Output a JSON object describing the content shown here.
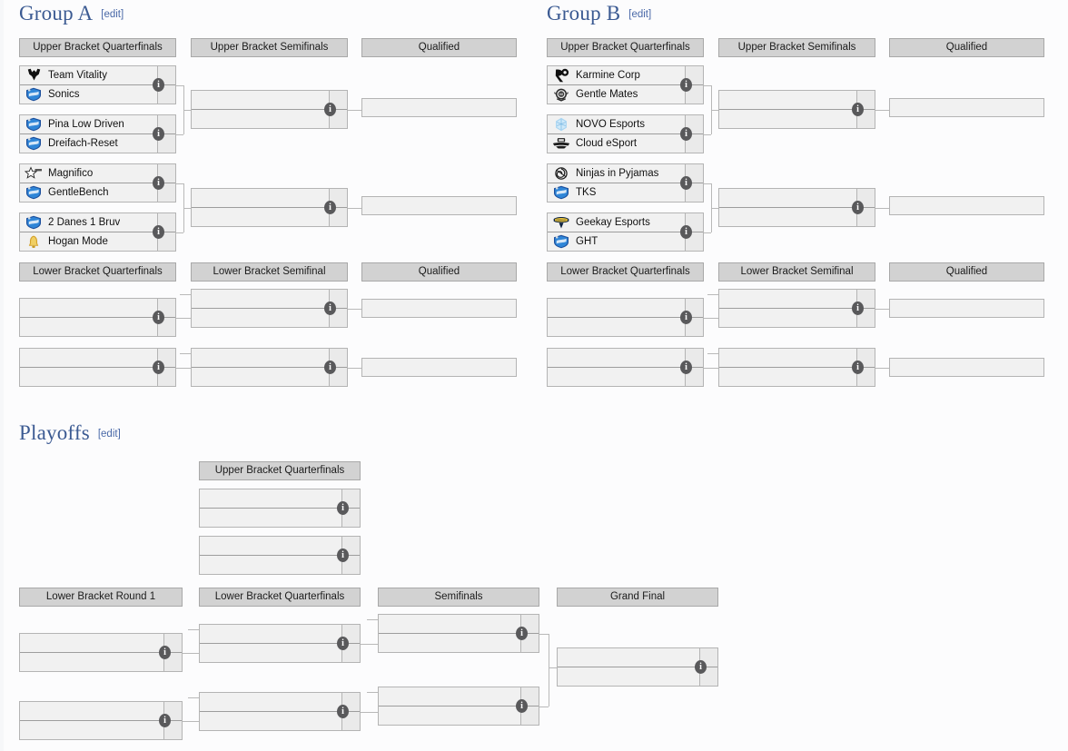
{
  "sections": [
    {
      "id": "group-a",
      "title": "Group A",
      "edit": "[edit]"
    },
    {
      "id": "group-b",
      "title": "Group B",
      "edit": "[edit]"
    },
    {
      "id": "playoffs",
      "title": "Playoffs",
      "edit": "[edit]"
    }
  ],
  "edit_label": "edit",
  "group_a": {
    "title": "Group A",
    "rounds": {
      "ubqf": "Upper Bracket Quarterfinals",
      "ubsf": "Upper Bracket Semifinals",
      "ubq": "Qualified",
      "lbqf": "Lower Bracket Quarterfinals",
      "lbsf": "Lower Bracket Semifinal",
      "lbq": "Qualified"
    },
    "ubqf_matches": [
      {
        "top": {
          "team": "Team Vitality",
          "logo": "vitality-logo",
          "score": ""
        },
        "bottom": {
          "team": "Sonics",
          "logo": "shield-blue-logo",
          "score": ""
        }
      },
      {
        "top": {
          "team": "Pina Low Driven",
          "logo": "shield-blue-logo",
          "score": ""
        },
        "bottom": {
          "team": "Dreifach-Reset",
          "logo": "shield-blue-logo",
          "score": ""
        }
      },
      {
        "top": {
          "team": "Magnifico",
          "logo": "star-outline-logo",
          "score": ""
        },
        "bottom": {
          "team": "GentleBench",
          "logo": "shield-blue-logo",
          "score": ""
        }
      },
      {
        "top": {
          "team": "2 Danes 1 Bruv",
          "logo": "shield-blue-logo",
          "score": ""
        },
        "bottom": {
          "team": "Hogan Mode",
          "logo": "bell-gold-logo",
          "score": ""
        }
      }
    ],
    "ubsf_matches": [
      {
        "top": {
          "team": "",
          "logo": "",
          "score": ""
        },
        "bottom": {
          "team": "",
          "logo": "",
          "score": ""
        }
      },
      {
        "top": {
          "team": "",
          "logo": "",
          "score": ""
        },
        "bottom": {
          "team": "",
          "logo": "",
          "score": ""
        }
      }
    ],
    "qualified": [
      {
        "team": ""
      },
      {
        "team": ""
      }
    ],
    "lbqf_matches": [
      {
        "top": {
          "team": "",
          "logo": "",
          "score": ""
        },
        "bottom": {
          "team": "",
          "logo": "",
          "score": ""
        }
      },
      {
        "top": {
          "team": "",
          "logo": "",
          "score": ""
        },
        "bottom": {
          "team": "",
          "logo": "",
          "score": ""
        }
      }
    ],
    "lbsf_matches": [
      {
        "top": {
          "team": "",
          "logo": "",
          "score": ""
        },
        "bottom": {
          "team": "",
          "logo": "",
          "score": ""
        }
      },
      {
        "top": {
          "team": "",
          "logo": "",
          "score": ""
        },
        "bottom": {
          "team": "",
          "logo": "",
          "score": ""
        }
      }
    ],
    "lb_qualified": [
      {
        "team": ""
      },
      {
        "team": ""
      }
    ]
  },
  "group_b": {
    "title": "Group B",
    "rounds": {
      "ubqf": "Upper Bracket Quarterfinals",
      "ubsf": "Upper Bracket Semifinals",
      "ubq": "Qualified",
      "lbqf": "Lower Bracket Quarterfinals",
      "lbsf": "Lower Bracket Semifinal",
      "lbq": "Qualified"
    },
    "ubqf_matches": [
      {
        "top": {
          "team": "Karmine Corp",
          "logo": "karmine-logo",
          "score": ""
        },
        "bottom": {
          "team": "Gentle Mates",
          "logo": "emblem-dark-logo",
          "score": ""
        }
      },
      {
        "top": {
          "team": "NOVO Esports",
          "logo": "hex-blue-logo",
          "score": ""
        },
        "bottom": {
          "team": "Cloud eSport",
          "logo": "cloud-dark-logo",
          "score": ""
        }
      },
      {
        "top": {
          "team": "Ninjas in Pyjamas",
          "logo": "ninja-logo",
          "score": ""
        },
        "bottom": {
          "team": "TKS",
          "logo": "shield-blue-logo",
          "score": ""
        }
      },
      {
        "top": {
          "team": "Geekay Esports",
          "logo": "geekay-gold-logo",
          "score": ""
        },
        "bottom": {
          "team": "GHT",
          "logo": "shield-blue-logo",
          "score": ""
        }
      }
    ],
    "ubsf_matches": [
      {
        "top": {
          "team": "",
          "logo": "",
          "score": ""
        },
        "bottom": {
          "team": "",
          "logo": "",
          "score": ""
        }
      },
      {
        "top": {
          "team": "",
          "logo": "",
          "score": ""
        },
        "bottom": {
          "team": "",
          "logo": "",
          "score": ""
        }
      }
    ],
    "qualified": [
      {
        "team": ""
      },
      {
        "team": ""
      }
    ],
    "lbqf_matches": [
      {
        "top": {
          "team": "",
          "logo": "",
          "score": ""
        },
        "bottom": {
          "team": "",
          "logo": "",
          "score": ""
        }
      },
      {
        "top": {
          "team": "",
          "logo": "",
          "score": ""
        },
        "bottom": {
          "team": "",
          "logo": "",
          "score": ""
        }
      }
    ],
    "lbsf_matches": [
      {
        "top": {
          "team": "",
          "logo": "",
          "score": ""
        },
        "bottom": {
          "team": "",
          "logo": "",
          "score": ""
        }
      },
      {
        "top": {
          "team": "",
          "logo": "",
          "score": ""
        },
        "bottom": {
          "team": "",
          "logo": "",
          "score": ""
        }
      }
    ],
    "lb_qualified": [
      {
        "team": ""
      },
      {
        "team": ""
      }
    ]
  },
  "playoffs": {
    "title": "Playoffs",
    "rounds": {
      "ubqf": "Upper Bracket Quarterfinals",
      "lbr1": "Lower Bracket Round 1",
      "lbqf": "Lower Bracket Quarterfinals",
      "sf": "Semifinals",
      "gf": "Grand Final"
    },
    "ubqf_matches": [
      {
        "top": {
          "team": "",
          "logo": "",
          "score": ""
        },
        "bottom": {
          "team": "",
          "logo": "",
          "score": ""
        }
      },
      {
        "top": {
          "team": "",
          "logo": "",
          "score": ""
        },
        "bottom": {
          "team": "",
          "logo": "",
          "score": ""
        }
      }
    ],
    "lbr1_matches": [
      {
        "top": {
          "team": "",
          "logo": "",
          "score": ""
        },
        "bottom": {
          "team": "",
          "logo": "",
          "score": ""
        }
      },
      {
        "top": {
          "team": "",
          "logo": "",
          "score": ""
        },
        "bottom": {
          "team": "",
          "logo": "",
          "score": ""
        }
      }
    ],
    "lbqf_matches": [
      {
        "top": {
          "team": "",
          "logo": "",
          "score": ""
        },
        "bottom": {
          "team": "",
          "logo": "",
          "score": ""
        }
      },
      {
        "top": {
          "team": "",
          "logo": "",
          "score": ""
        },
        "bottom": {
          "team": "",
          "logo": "",
          "score": ""
        }
      }
    ],
    "sf_matches": [
      {
        "top": {
          "team": "",
          "logo": "",
          "score": ""
        },
        "bottom": {
          "team": "",
          "logo": "",
          "score": ""
        }
      },
      {
        "top": {
          "team": "",
          "logo": "",
          "score": ""
        },
        "bottom": {
          "team": "",
          "logo": "",
          "score": ""
        }
      }
    ],
    "gf_matches": [
      {
        "top": {
          "team": "",
          "logo": "",
          "score": ""
        },
        "bottom": {
          "team": "",
          "logo": "",
          "score": ""
        }
      }
    ]
  },
  "icons": {
    "info": "i"
  },
  "colors": {
    "heading": "#3b5a92",
    "link": "#4a69a8",
    "round_header_bg": "#d2d2d2",
    "match_bg": "#f1f1f1",
    "border": "#b4b4b4",
    "connector": "#b9b9b9",
    "info_dot": "#59595b",
    "page_bg": "#fcfcfd"
  }
}
